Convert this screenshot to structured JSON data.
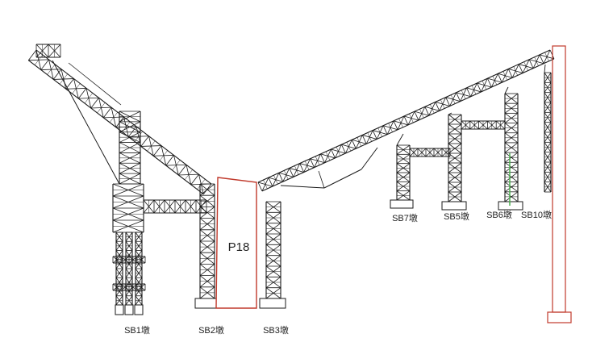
{
  "drawing": {
    "pier_main_label": "P18",
    "support_labels": {
      "sb1": "SB1墩",
      "sb2": "SB2墩",
      "sb3": "SB3墩",
      "sb7": "SB7墩",
      "sb5": "SB5墩",
      "sb6": "SB6墩",
      "sb10": "SB10墩"
    },
    "colors": {
      "truss": "#1a1a1a",
      "pier_outline": "#c0392b",
      "highlight": "#4caf50",
      "background": "#ffffff"
    }
  }
}
